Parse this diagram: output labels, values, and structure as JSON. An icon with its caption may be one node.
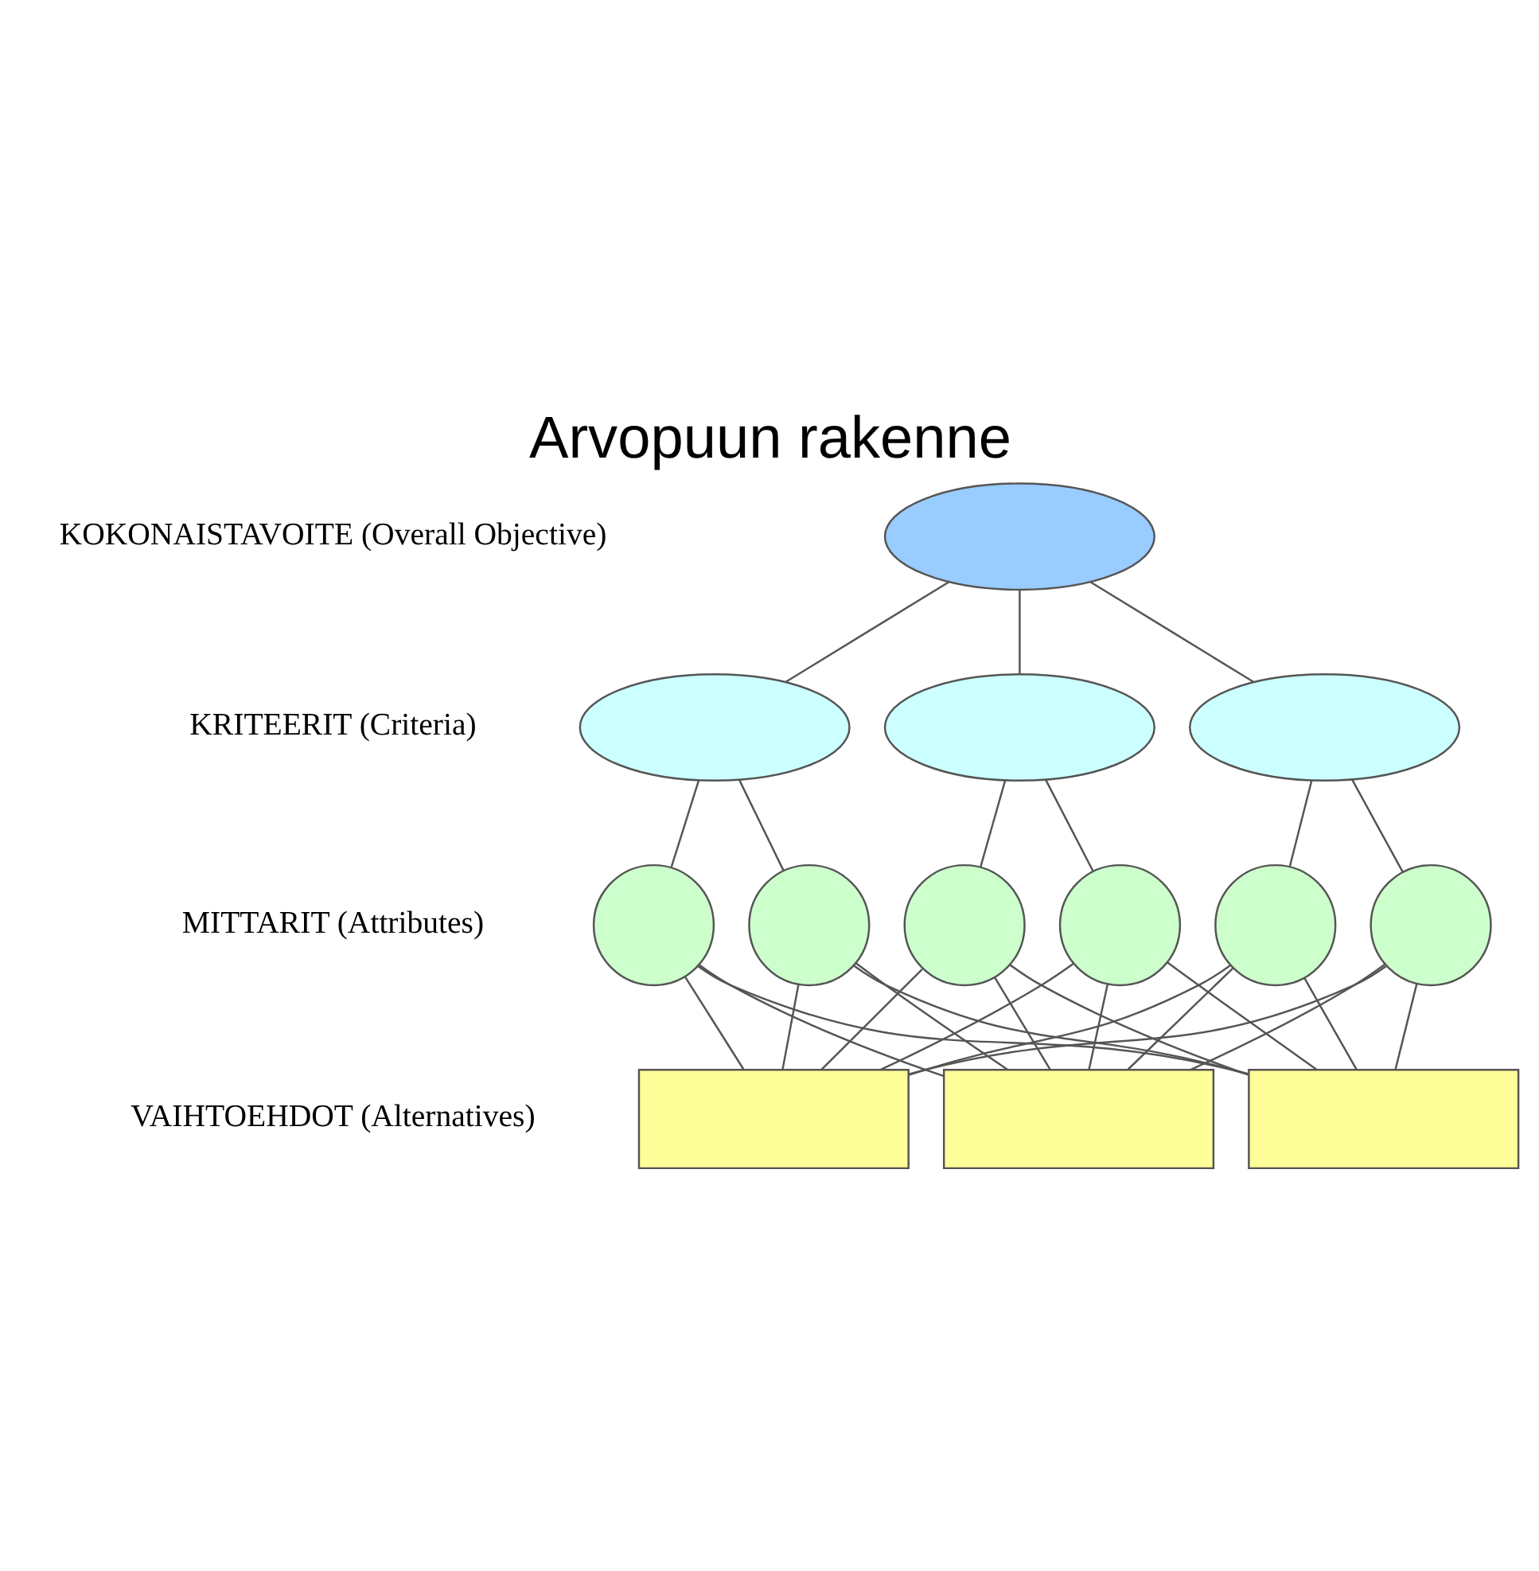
{
  "diagram": {
    "title": "Arvopuun rakenne",
    "nodes": [
      {
        "text": [],
        "shape": "ellipse"
      },
      {
        "text": [],
        "shape": "ellipse"
      },
      {
        "text": [],
        "shape": "ellipse"
      },
      {
        "text": [],
        "shape": "ellipse"
      },
      {
        "text": [],
        "shape": "circle"
      },
      {
        "text": [],
        "shape": "circle"
      },
      {
        "text": [],
        "shape": "circle"
      },
      {
        "text": [],
        "shape": "circle"
      },
      {
        "text": [],
        "shape": "circle"
      },
      {
        "text": [],
        "shape": "circle"
      },
      {
        "text": [],
        "shape": "box"
      },
      {
        "text": [],
        "shape": "box"
      },
      {
        "text": [],
        "shape": "box"
      }
    ],
    "edges": [
      {
        "from": 0,
        "to": 1,
        "arrow": "none"
      },
      {
        "from": 0,
        "to": 2,
        "arrow": "none"
      },
      {
        "from": 0,
        "to": 3,
        "arrow": "none"
      },
      {
        "from": 1,
        "to": 4,
        "arrow": "none"
      },
      {
        "from": 1,
        "to": 5,
        "arrow": "none"
      },
      {
        "from": 2,
        "to": 6,
        "arrow": "none"
      },
      {
        "from": 2,
        "to": 7,
        "arrow": "none"
      },
      {
        "from": 3,
        "to": 8,
        "arrow": "none"
      },
      {
        "from": 3,
        "to": 9,
        "arrow": "none"
      },
      {
        "from": 4,
        "to": 10,
        "arrow": "none"
      },
      {
        "from": 4,
        "to": 11,
        "arrow": "none"
      },
      {
        "from": 4,
        "to": 12,
        "arrow": "none"
      },
      {
        "from": 5,
        "to": 10,
        "arrow": "none"
      },
      {
        "from": 5,
        "to": 11,
        "arrow": "none"
      },
      {
        "from": 5,
        "to": 12,
        "arrow": "none"
      },
      {
        "from": 6,
        "to": 10,
        "arrow": "none"
      },
      {
        "from": 6,
        "to": 11,
        "arrow": "none"
      },
      {
        "from": 6,
        "to": 12,
        "arrow": "none"
      },
      {
        "from": 7,
        "to": 10,
        "arrow": "none"
      },
      {
        "from": 7,
        "to": 11,
        "arrow": "none"
      },
      {
        "from": 7,
        "to": 12,
        "arrow": "none"
      },
      {
        "from": 8,
        "to": 10,
        "arrow": "none"
      },
      {
        "from": 8,
        "to": 11,
        "arrow": "none"
      },
      {
        "from": 8,
        "to": 12,
        "arrow": "none"
      },
      {
        "from": 9,
        "to": 10,
        "arrow": "none"
      },
      {
        "from": 9,
        "to": 11,
        "arrow": "none"
      },
      {
        "from": 9,
        "to": 12,
        "arrow": "none"
      }
    ],
    "labels": [
      "KOKONAISTAVOITE (Overall Objective)",
      "KRITEERIT (Criteria)",
      "MITTARIT (Attributes)",
      "VAIHTOEHDOT (Alternatives)"
    ]
  }
}
